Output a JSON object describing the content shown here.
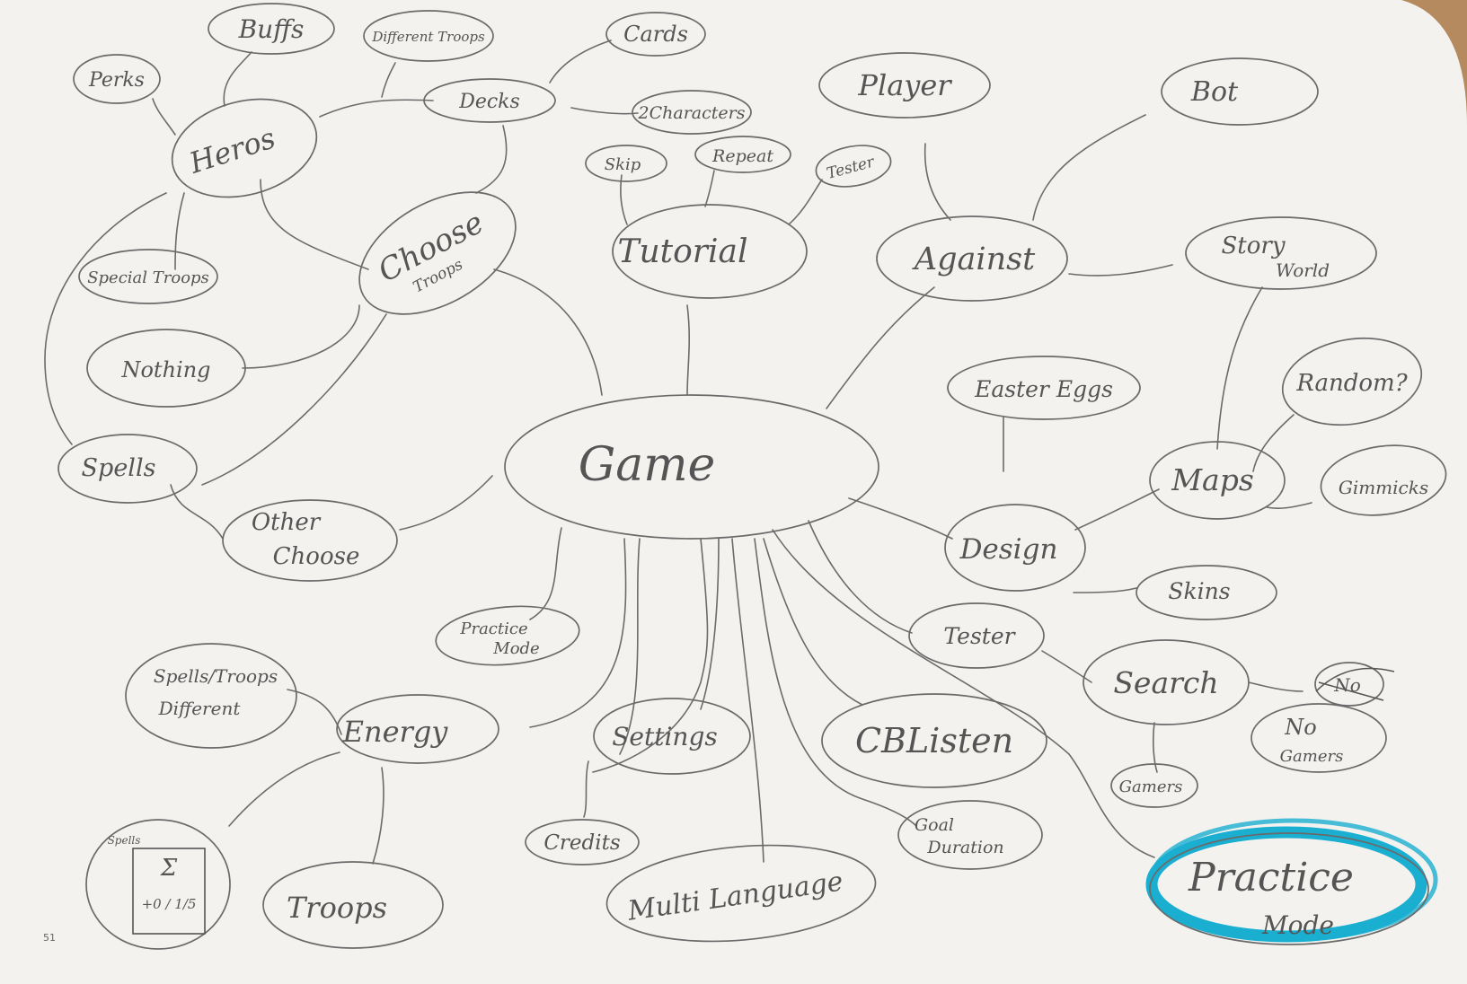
{
  "colors": {
    "paper": "#f3f2ef",
    "pencil": "#5a5a5a",
    "highlight": "#1aaed0",
    "desk": "#b48a5e"
  },
  "page_mark": "51",
  "nodes": {
    "buffs": "Buffs",
    "different_troops": "Different Troops",
    "cards": "Cards",
    "perks": "Perks",
    "decks": "Decks",
    "heros": "Heros",
    "two_characters": "2Characters",
    "player": "Player",
    "bot": "Bot",
    "skip": "Skip",
    "repeat": "Repeat",
    "tester_top": "Tester",
    "special_troops": "Special Troops",
    "choose": "Choose",
    "troops_sub": "Troops",
    "tutorial": "Tutorial",
    "against": "Against",
    "story": "Story",
    "world": "World",
    "nothing": "Nothing",
    "random": "Random?",
    "easter_eggs": "Easter Eggs",
    "game": "Game",
    "spells": "Spells",
    "maps": "Maps",
    "gimmicks": "Gimmicks",
    "other": "Other",
    "choose_low": "Choose",
    "design": "Design",
    "skins": "Skins",
    "practice_small_1": "Practice",
    "practice_small_2": "Mode",
    "tester": "Tester",
    "search": "Search",
    "no_crossed": "No",
    "no": "No",
    "gamers_right": "Gamers",
    "spells_troops_1": "Spells/Troops",
    "spells_troops_2": "Different",
    "energy": "Energy",
    "settings": "Settings",
    "cblister": "CBListen",
    "gamers": "Gamers",
    "credits": "Credits",
    "goal_1": "Goal",
    "goal_2": "Duration",
    "spells_label": "Spells",
    "card_sigma": "Σ",
    "card_value": "+0 / 1/5",
    "troops": "Troops",
    "multi_language": "Multi Language",
    "practice_1": "Practice",
    "practice_2": "Mode"
  }
}
